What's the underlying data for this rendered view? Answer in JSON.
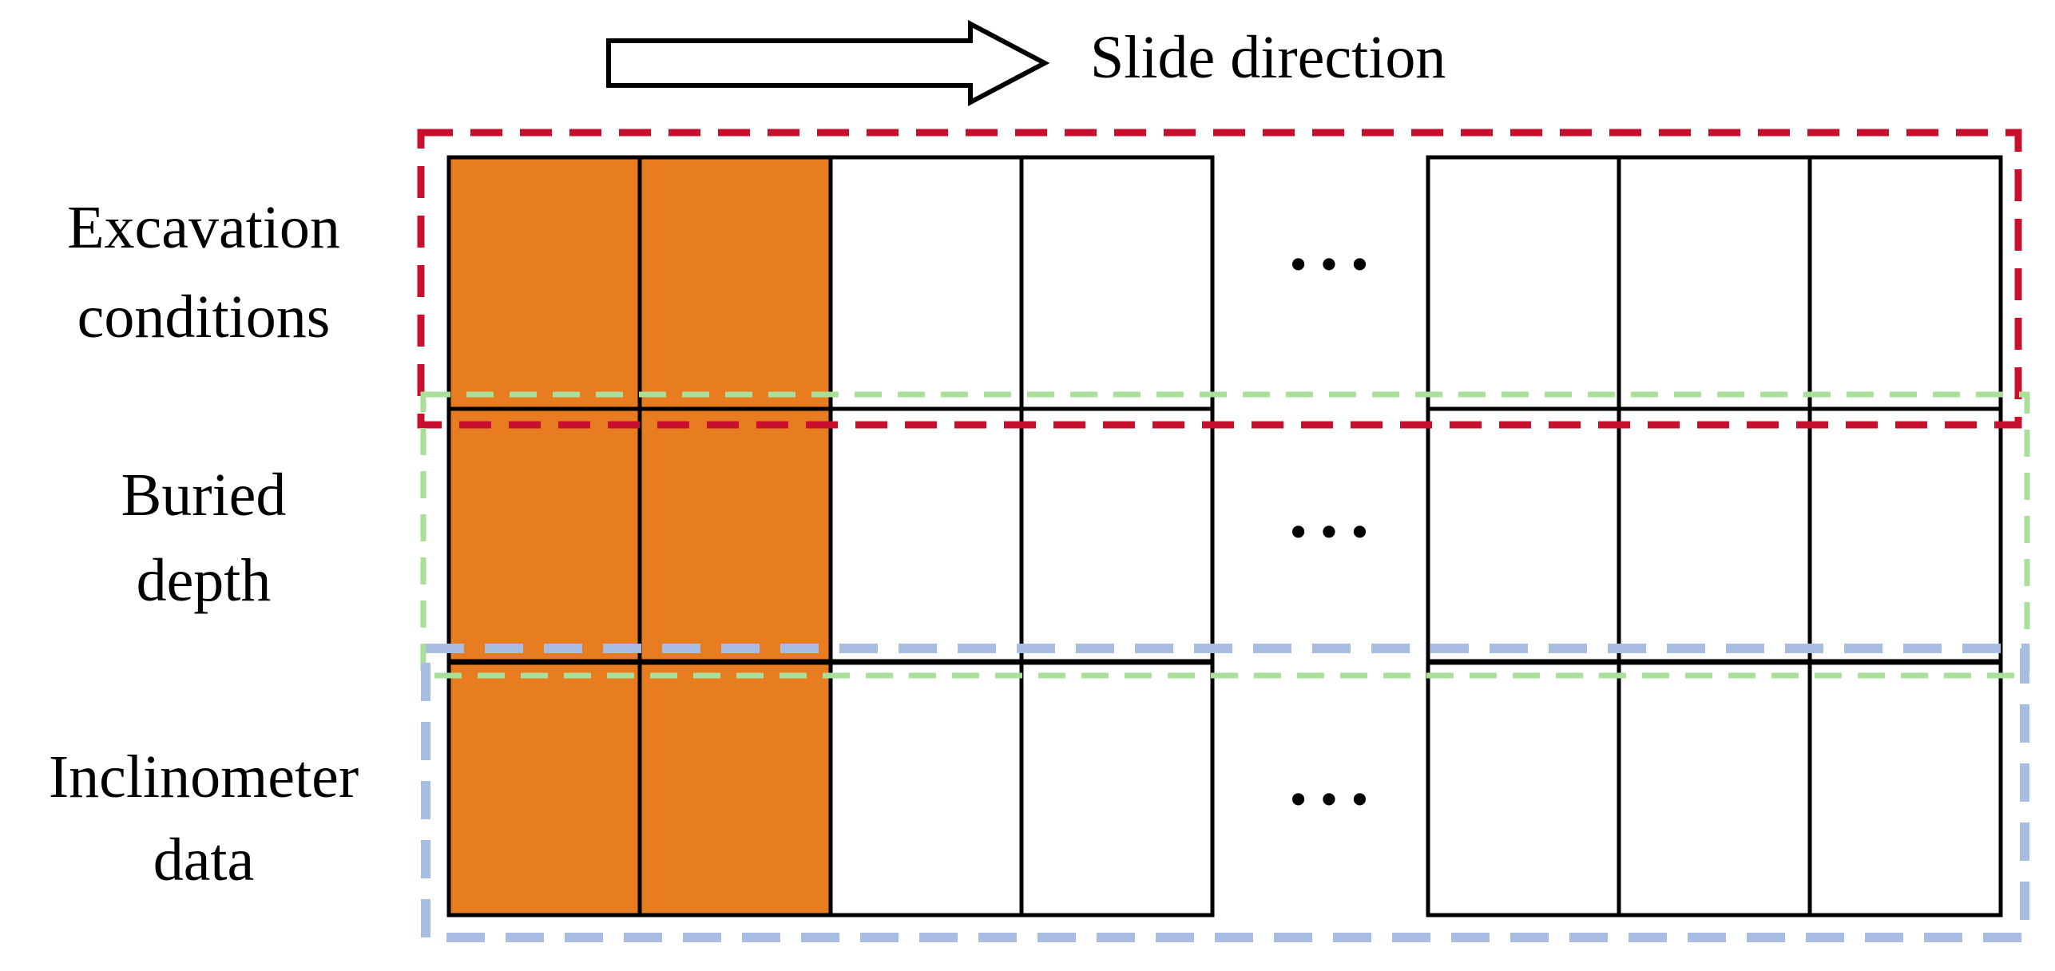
{
  "header": {
    "arrow_caption": "Slide direction"
  },
  "rows": [
    {
      "label_lines": [
        "Excavation",
        "conditions"
      ],
      "highlight": "#c8102e"
    },
    {
      "label_lines": [
        "Buried",
        "depth"
      ],
      "highlight": "#a9df98"
    },
    {
      "label_lines": [
        "Inclinometer",
        "data"
      ],
      "highlight": "#a9bde3"
    }
  ],
  "grid": {
    "left_block_columns": 4,
    "right_block_columns": 3,
    "filled_columns": 2,
    "fill_color": "#e77d20",
    "line_color": "#000000",
    "ellipsis_glyph": "• • •"
  }
}
